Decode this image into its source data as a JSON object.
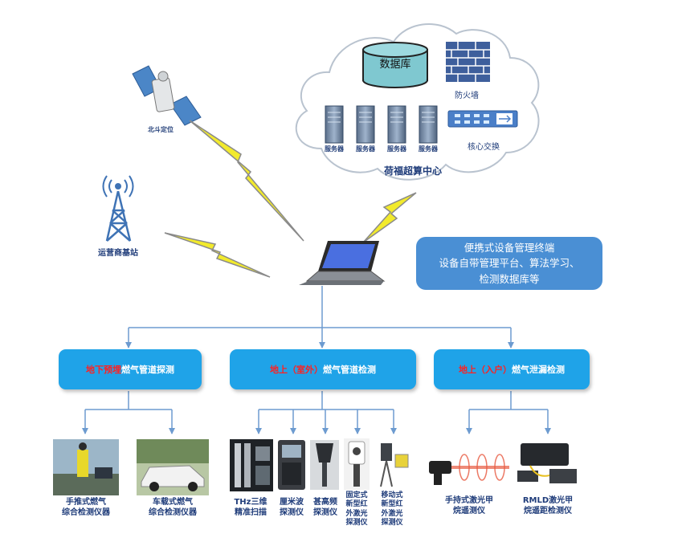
{
  "cloud": {
    "database": "数据库",
    "firewall": "防火墙",
    "core_switch": "核心交换",
    "servers": [
      "服务器",
      "服务器",
      "服务器",
      "服务器"
    ],
    "center_name": "荷福超算中心"
  },
  "satellite_label": "北斗定位",
  "base_station_label": "运营商基站",
  "terminal_note": {
    "line1": "便携式设备管理终端",
    "line2": "设备自带管理平台、算法学习、",
    "line3": "检测数据库等"
  },
  "categories": [
    {
      "red": "地下预埋",
      "rest": "燃气管道探测"
    },
    {
      "red": "地上（室外）",
      "rest": "燃气管道检测"
    },
    {
      "red": "地上（入户）",
      "rest": "燃气泄漏检测"
    }
  ],
  "devices": [
    {
      "line1": "手推式燃气",
      "line2": "综合检测仪器"
    },
    {
      "line1": "车载式燃气",
      "line2": "综合检测仪器"
    },
    {
      "line1": "THz三维",
      "line2": "精准扫描"
    },
    {
      "line1": "厘米波",
      "line2": "探测仪"
    },
    {
      "line1": "甚高频",
      "line2": "探测仪"
    },
    {
      "line1": "固定式",
      "line2": "新型红",
      "line3": "外激光",
      "line4": "探测仪"
    },
    {
      "line1": "移动式",
      "line2": "新型红",
      "line3": "外激光",
      "line4": "探测仪"
    },
    {
      "line1": "手持式激光甲",
      "line2": "烷遥测仪"
    },
    {
      "line1": "RMLD激光甲",
      "line2": "烷遥距检测仪"
    }
  ]
}
